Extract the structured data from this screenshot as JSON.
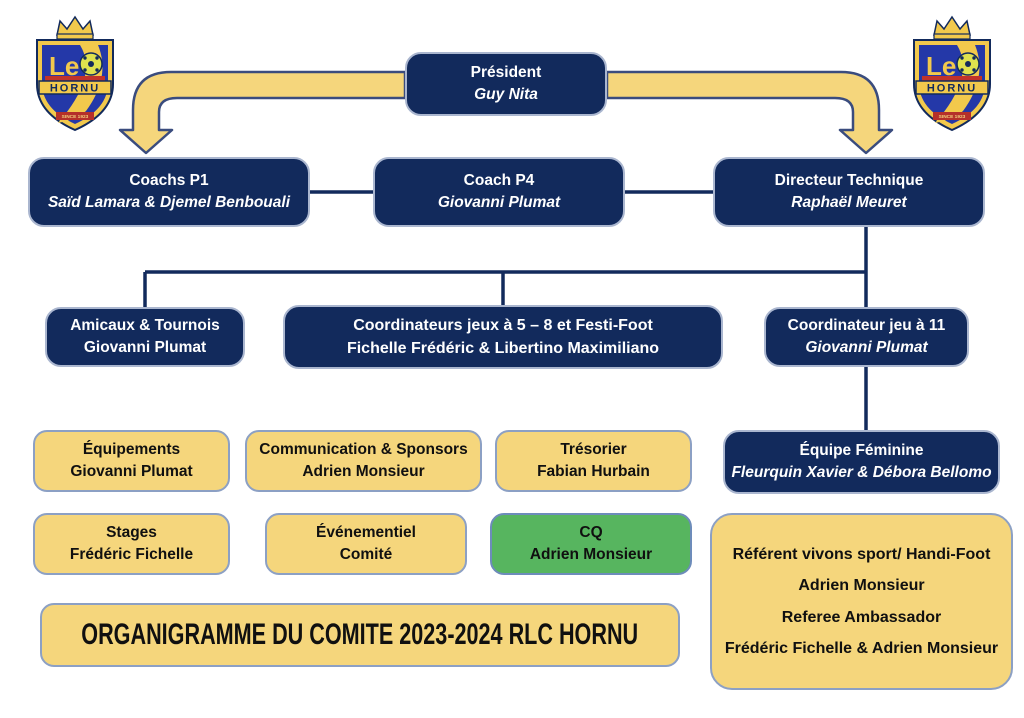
{
  "colors": {
    "navy": "#122a5c",
    "gold": "#f5d67c",
    "green": "#57b55f",
    "box_border": "#8ca0c4",
    "arrow_fill": "#f5d67c",
    "line": "#122a5c"
  },
  "logo": {
    "short": "Le",
    "name": "HORNU",
    "since": "SINCE 1923"
  },
  "president": {
    "title": "Président",
    "name": "Guy Nita"
  },
  "level2": {
    "coachs_p1": {
      "title": "Coachs P1",
      "name": "Saïd Lamara & Djemel Benbouali"
    },
    "coach_p4": {
      "title": "Coach P4",
      "name": "Giovanni Plumat"
    },
    "directeur_technique": {
      "title": "Directeur Technique",
      "name": "Raphaël Meuret"
    }
  },
  "level3": {
    "amicaux": {
      "title": "Amicaux & Tournois",
      "name": "Giovanni Plumat"
    },
    "coordinateurs_5_8": {
      "title": "Coordinateurs jeux à 5 – 8 et Festi-Foot",
      "name": "Fichelle Frédéric & Libertino Maximiliano"
    },
    "coordinateur_11": {
      "title": "Coordinateur jeu à 11",
      "name": "Giovanni Plumat"
    }
  },
  "committee": {
    "equipements": {
      "title": "Équipements",
      "name": "Giovanni Plumat"
    },
    "communication": {
      "title": "Communication & Sponsors",
      "name": "Adrien Monsieur"
    },
    "tresorier": {
      "title": "Trésorier",
      "name": "Fabian Hurbain"
    },
    "equipe_feminine": {
      "title": "Équipe Féminine",
      "name": "Fleurquin Xavier & Débora Bellomo"
    },
    "stages": {
      "title": "Stages",
      "name": "Frédéric Fichelle"
    },
    "evenementiel": {
      "title": "Événementiel",
      "name": "Comité"
    },
    "cq": {
      "title": "CQ",
      "name": "Adrien Monsieur"
    },
    "referent": {
      "lines": [
        "Référent vivons sport/ Handi-Foot",
        "Adrien Monsieur",
        "Referee Ambassador",
        "Frédéric Fichelle & Adrien Monsieur"
      ]
    }
  },
  "banner": {
    "title": "ORGANIGRAMME DU COMITE 2023-2024 RLC HORNU"
  }
}
